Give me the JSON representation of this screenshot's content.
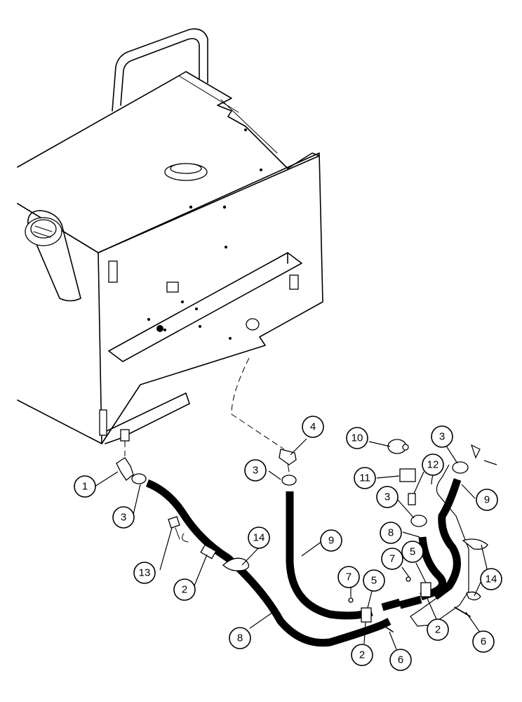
{
  "diagram": {
    "callouts": [
      {
        "id": "c1",
        "label": "1"
      },
      {
        "id": "c3a",
        "label": "3"
      },
      {
        "id": "c13",
        "label": "13"
      },
      {
        "id": "c2a",
        "label": "2"
      },
      {
        "id": "c14a",
        "label": "14"
      },
      {
        "id": "c8a",
        "label": "8"
      },
      {
        "id": "c4",
        "label": "4"
      },
      {
        "id": "c3b",
        "label": "3"
      },
      {
        "id": "c9a",
        "label": "9"
      },
      {
        "id": "c7a",
        "label": "7"
      },
      {
        "id": "c5a",
        "label": "5"
      },
      {
        "id": "c2b",
        "label": "2"
      },
      {
        "id": "c6a",
        "label": "6"
      },
      {
        "id": "c10",
        "label": "10"
      },
      {
        "id": "c11",
        "label": "11"
      },
      {
        "id": "c12",
        "label": "12"
      },
      {
        "id": "c3c",
        "label": "3"
      },
      {
        "id": "c8b",
        "label": "8"
      },
      {
        "id": "c7b",
        "label": "7"
      },
      {
        "id": "c5b",
        "label": "5"
      },
      {
        "id": "c2c",
        "label": "2"
      },
      {
        "id": "c3d",
        "label": "3"
      },
      {
        "id": "c9b",
        "label": "9"
      },
      {
        "id": "c14b",
        "label": "14"
      },
      {
        "id": "c6b",
        "label": "6"
      }
    ]
  }
}
